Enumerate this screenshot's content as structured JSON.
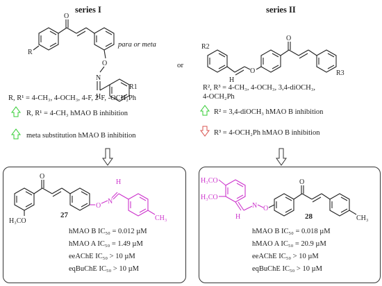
{
  "colors": {
    "magenta": "#cc33cc",
    "up_arrow": "#33cc33",
    "down_arrow": "#d9534f",
    "text": "#1a1a1a"
  },
  "series_one": {
    "title": "series I",
    "para_meta": "para or meta",
    "substituents": "R, R¹ = 4-CH₃, 4-OCH₃, 4-F, 2-F, -OCH₂Ph",
    "finding_1": "R, R¹ = 4-CH₃    hMAO B inhibition",
    "finding_2": "meta substitution  hMAO B inhibition"
  },
  "connector": "or",
  "series_two": {
    "title": "series II",
    "substituents": "R², R³ = 4-CH₃, 4-OCH₃, 3,4-diOCH₃, 4-OCH₂Ph",
    "finding_1": "R² = 3,4-diOCH₃  hMAO B inhibition",
    "finding_2": "R³ = 4-OCH₂Ph hMAO B inhibition"
  },
  "compound_27": {
    "number": "27",
    "lines": [
      "hMAO B IC₅₀ = 0.012 µM",
      "hMAO A IC₅₀ = 1.49 µM",
      "eeAChE IC₅₀ > 10 µM",
      "eqBuChE IC₅₀ > 10 µM"
    ]
  },
  "compound_28": {
    "number": "28",
    "lines": [
      "hMAO B IC₅₀ = 0.018 µM",
      "hMAO A IC₅₀ = 20.9 µM",
      "eeAChE IC₅₀ > 10 µM",
      "eqBuChE IC₅₀ > 10 µM"
    ]
  },
  "atom_labels": {
    "O": "O",
    "N": "N",
    "H": "H",
    "R": "R",
    "R1": "R1",
    "R2": "R2",
    "R3": "R3",
    "H3CO": "H₃CO",
    "CH3": "CH₃"
  }
}
